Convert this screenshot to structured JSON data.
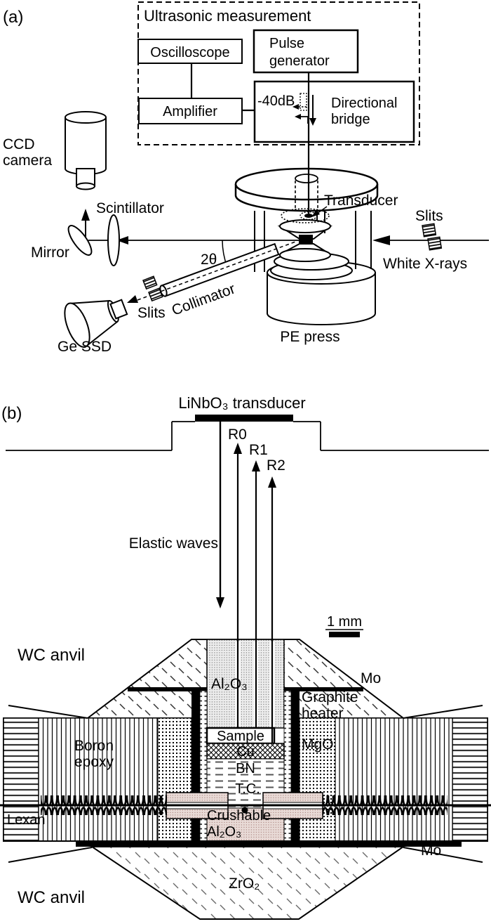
{
  "figure": {
    "panel_a": {
      "tag": "(a)",
      "box_title": "Ultrasonic measurement",
      "oscilloscope": "Oscilloscope",
      "pulse_line1": "Pulse",
      "pulse_line2": "generator",
      "amplifier": "Amplifier",
      "attenuator": "-40dB",
      "bridge_line1": "Directional",
      "bridge_line2": "bridge",
      "ccd_line1": "CCD",
      "ccd_line2": "camera",
      "scintillator": "Scintillator",
      "mirror": "Mirror",
      "two_theta": "2θ",
      "collimator": "Collimator",
      "slits_detector": "Slits",
      "ge_ssd": "Ge SSD",
      "transducer": "Transducer",
      "slits_beam": "Slits",
      "white_xrays": "White X-rays",
      "pe_press": "PE press"
    },
    "panel_b": {
      "tag": "(b)",
      "transducer": "LiNbO₃ transducer",
      "echo_r0": "R0",
      "echo_r1": "R1",
      "echo_r2": "R2",
      "elastic_waves": "Elastic waves",
      "scale_bar": "1 mm",
      "wc_anvil_top": "WC anvil",
      "mo_top": "Mo",
      "buffer_rod": "Al₂O₃",
      "graphite_line1": "Graphite",
      "graphite_line2": "heater",
      "sample": "Sample",
      "mgo": "MgO",
      "boron_line1": "Boron",
      "boron_line2": "epoxy",
      "cu": "Cu",
      "bn": "BN",
      "tc": "T.C.",
      "crushable_line1": "Crushable",
      "crushable_line2": "Al₂O₃",
      "lexan": "Lexan",
      "mo_bottom": "Mo",
      "zro2": "ZrO₂",
      "wc_anvil_bottom": "WC anvil"
    },
    "colors": {
      "ink": "#000000",
      "paper": "#ffffff",
      "buffer_rod_fill": "#ececec",
      "crushable_fill": "#e8dad6"
    }
  }
}
